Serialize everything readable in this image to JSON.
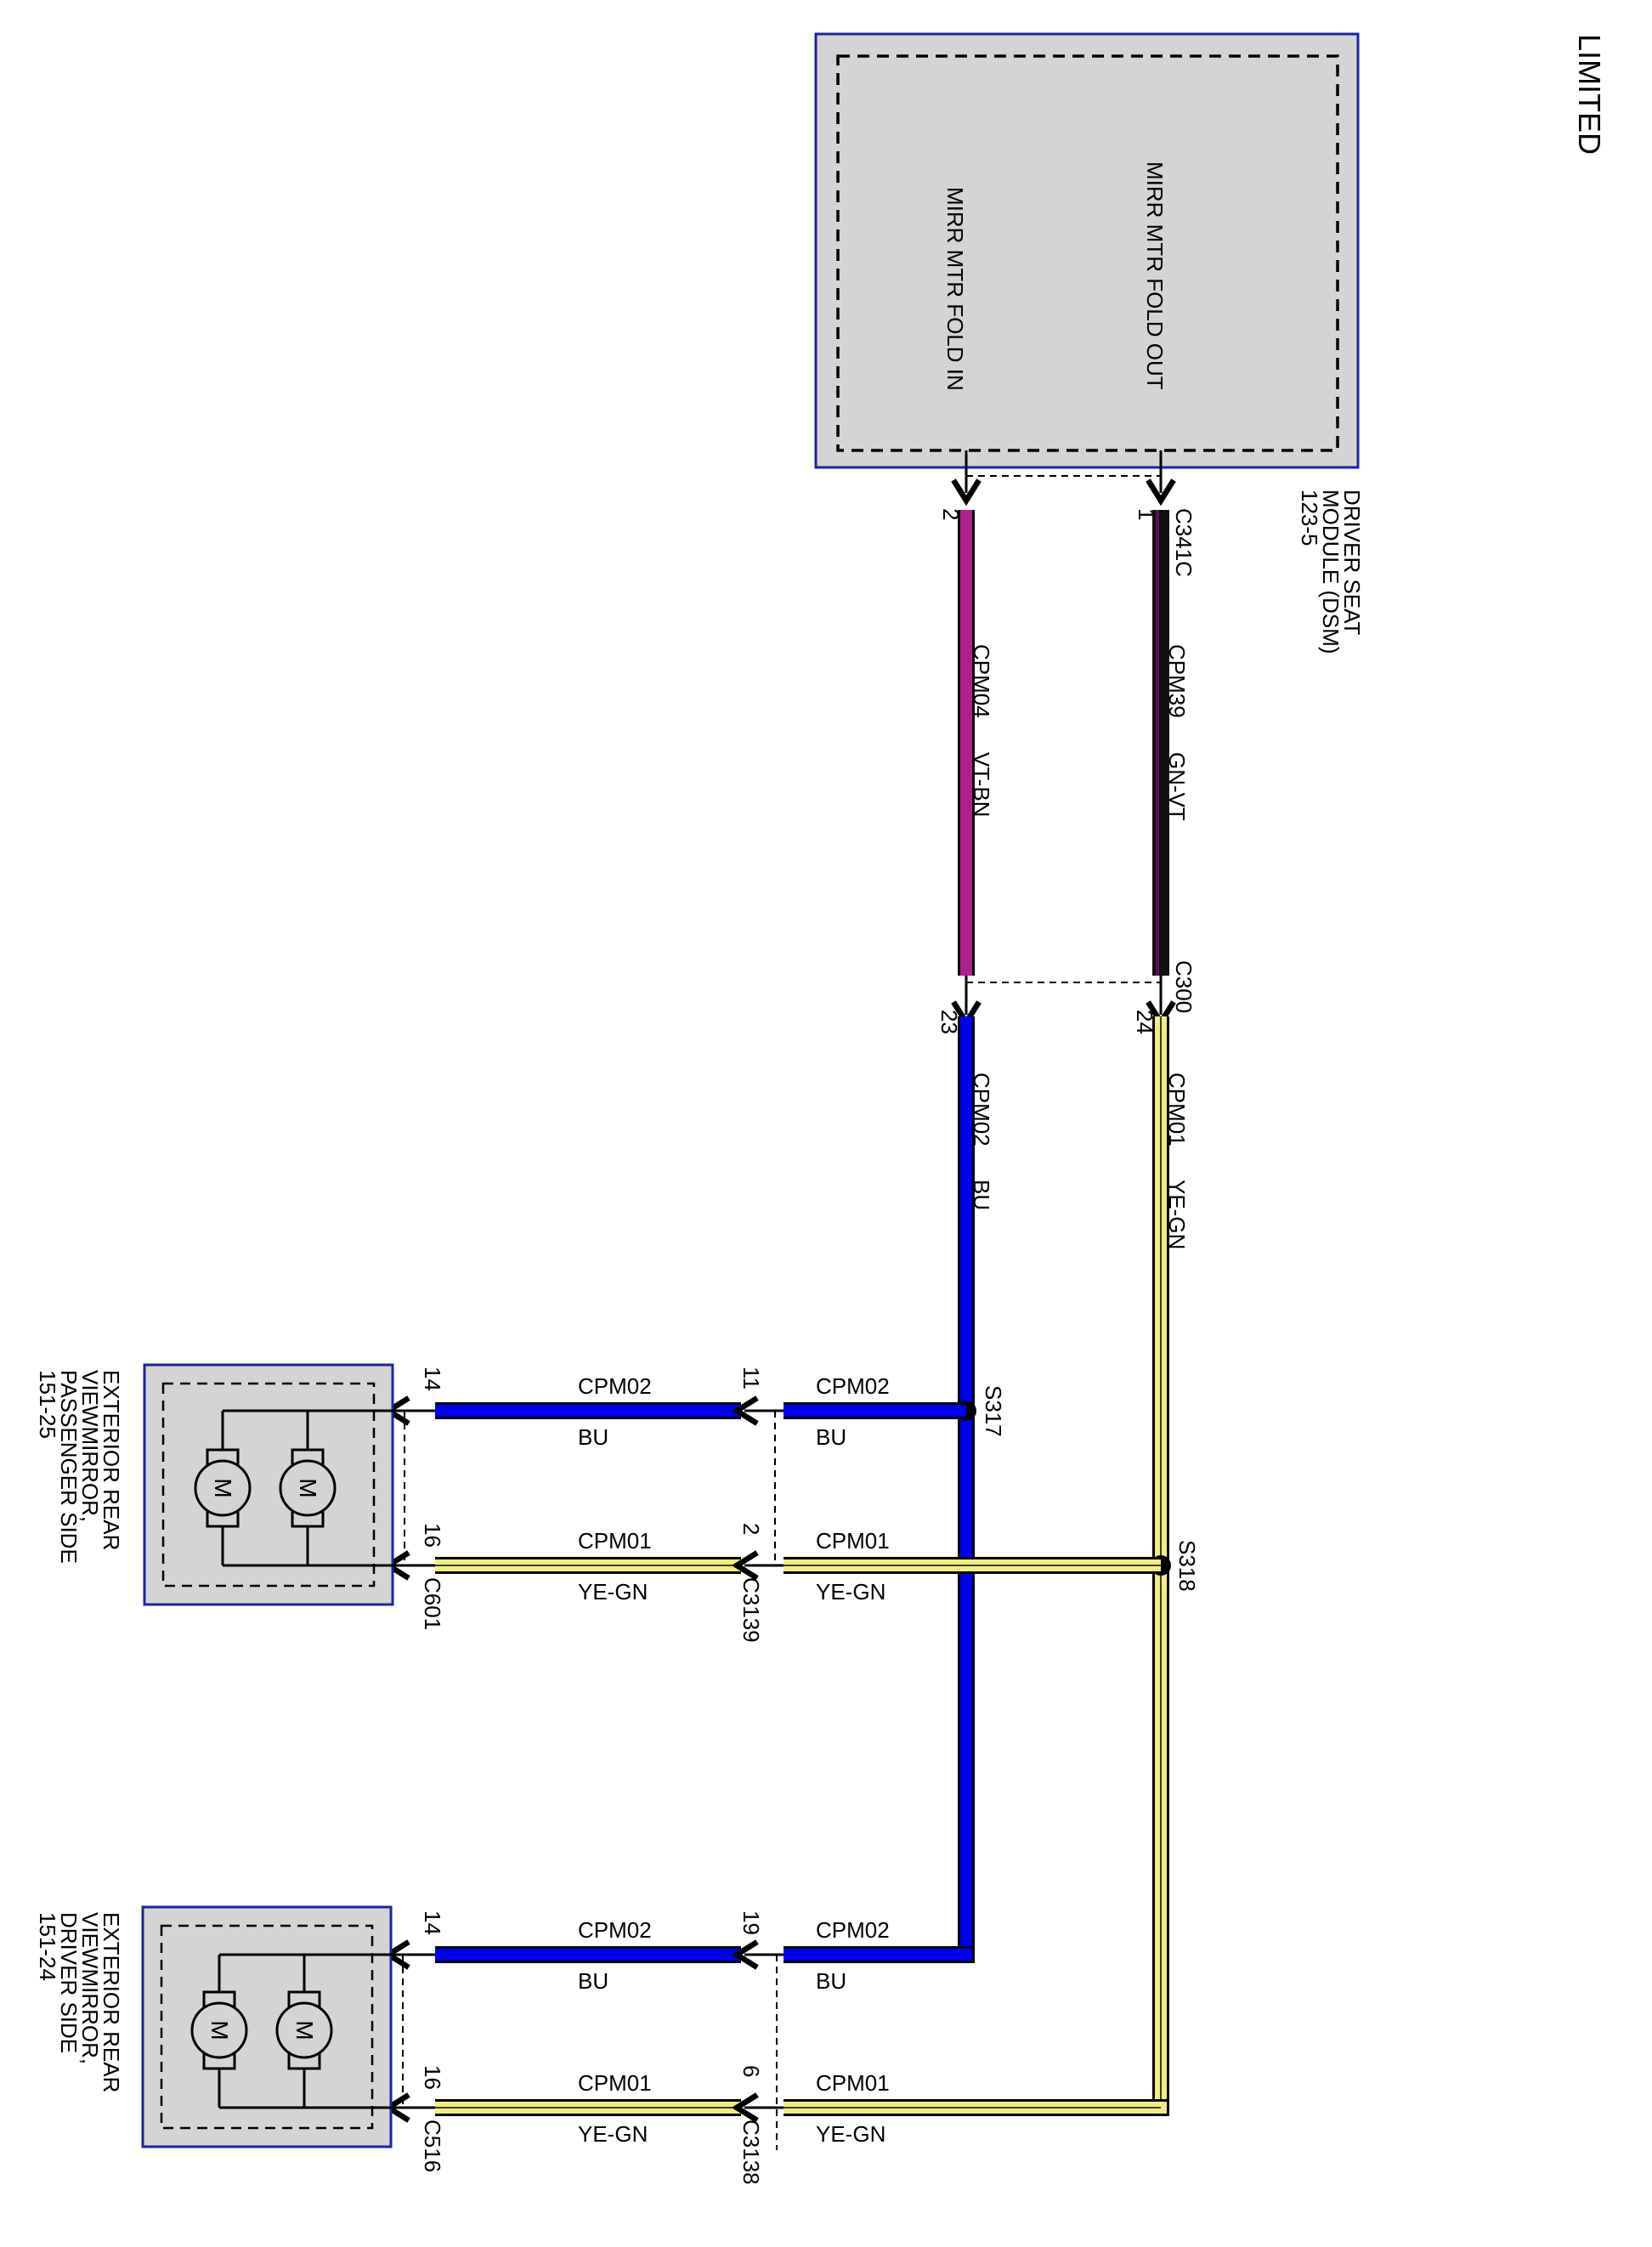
{
  "header": {
    "badge": "LIMITED"
  },
  "dsm": {
    "name_lines": [
      "DRIVER SEAT",
      "MODULE (DSM)",
      "123-5"
    ],
    "fold_in_label": "MIRR MTR FOLD IN",
    "fold_out_label": "MIRR MTR FOLD OUT",
    "connector": "C341C",
    "fold_in_pin": "2",
    "fold_out_pin": "1"
  },
  "wires": {
    "fold_in_upper": {
      "circuit": "CPM04",
      "color_code": "VT-BN"
    },
    "fold_out_upper": {
      "circuit": "CPM39",
      "color_code": "GN-VT"
    },
    "blue": {
      "circuit": "CPM02",
      "color_code": "BU"
    },
    "yellow": {
      "circuit": "CPM01",
      "color_code": "YE-GN"
    }
  },
  "inline_c300": {
    "connector": "C300",
    "blue_pin": "23",
    "yellow_pin": "24"
  },
  "splices": {
    "blue": "S317",
    "yellow": "S318"
  },
  "passenger": {
    "name_lines": [
      "EXTERIOR REAR",
      "VIEWMIRROR,",
      "PASSENGER SIDE",
      "151-25"
    ],
    "inline_connector": "C3139",
    "inline_blue_pin": "11",
    "inline_yellow_pin": "2",
    "component_connector": "C601",
    "comp_blue_pin": "14",
    "comp_yellow_pin": "16",
    "motor_symbol": "M"
  },
  "driver": {
    "name_lines": [
      "EXTERIOR REAR",
      "VIEWMIRROR,",
      "DRIVER SIDE",
      "151-24"
    ],
    "inline_connector": "C3138",
    "inline_blue_pin": "19",
    "inline_yellow_pin": "6",
    "component_connector": "C516",
    "comp_blue_pin": "14",
    "comp_yellow_pin": "16",
    "motor_symbol": "M"
  },
  "colors": {
    "blue": "#0000ee",
    "violet": "#b0208c",
    "black": "#111111",
    "yellow": "#f0ee80",
    "module_fill": "#d4d4d4",
    "module_border": "#1a24a0"
  }
}
